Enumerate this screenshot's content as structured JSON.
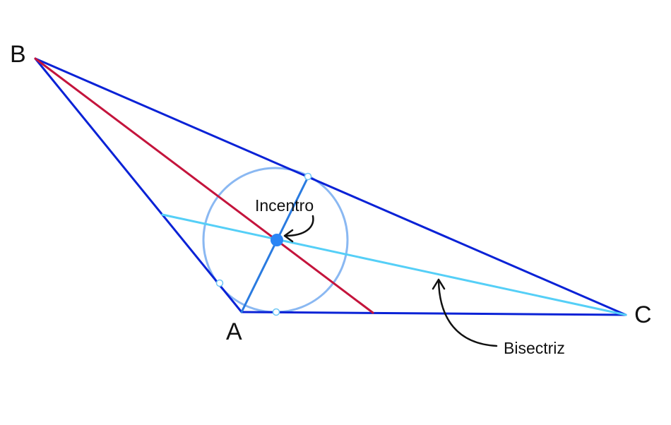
{
  "diagram": {
    "vertices": {
      "a": "A",
      "b": "B",
      "c": "C"
    },
    "annotations": {
      "incenter": "Incentro",
      "bisector": "Bisectriz"
    },
    "colors": {
      "triangle": "#0a22d6",
      "bisector_b": "#c4143c",
      "bisector_c": "#55cff7",
      "bisector_a": "#2a7be0",
      "incircle": "#8ab8f2",
      "incenter": "#2a85f5",
      "tangent_point": "#6ec6f5",
      "arrow": "#111111"
    }
  }
}
